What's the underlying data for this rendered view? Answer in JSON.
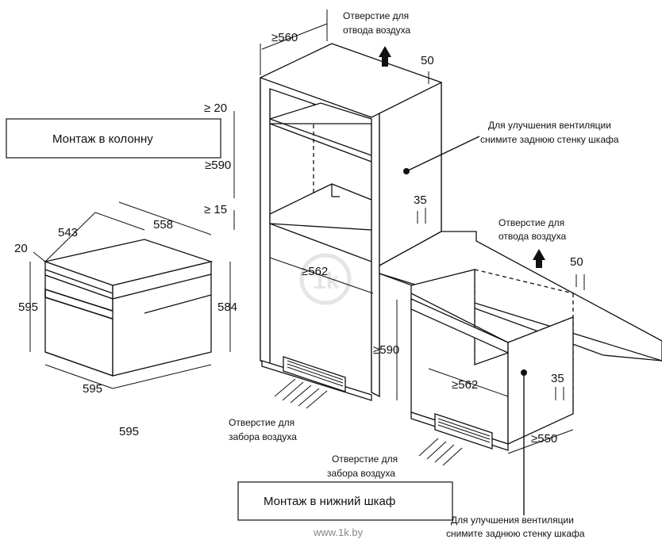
{
  "labels": {
    "mount_column": "Монтаж в колонну",
    "mount_under": "Монтаж в нижний шкаф",
    "air_out_1": "Отверстие для",
    "air_out_2": "отвода воздуха",
    "air_in_1": "Отверстие для",
    "air_in_2": "забора воздуха",
    "vent_1": "Для улучшения вентиляции",
    "vent_2": "снимите заднюю стенку шкафа",
    "watermark_url": "www.1k.by"
  },
  "oven_dims": {
    "depth": "543",
    "width_top": "558",
    "front_offset": "20",
    "height_left": "595",
    "height_right": "584",
    "width_bottom": "595",
    "width_extra": "595"
  },
  "column_dims": {
    "depth_min": "≥560",
    "gap_rear": "50",
    "top_gap": "≥ 20",
    "niche_height": "≥590",
    "bottom_gap": "≥ 15",
    "niche_width": "≥562",
    "vent_gap": "35"
  },
  "under_dims": {
    "gap_rear": "50",
    "niche_height": "≥590",
    "niche_width": "≥562",
    "vent_gap": "35",
    "depth_min": "≥550"
  },
  "colors": {
    "line": "#111111",
    "watermark": "#d9d9d9"
  }
}
